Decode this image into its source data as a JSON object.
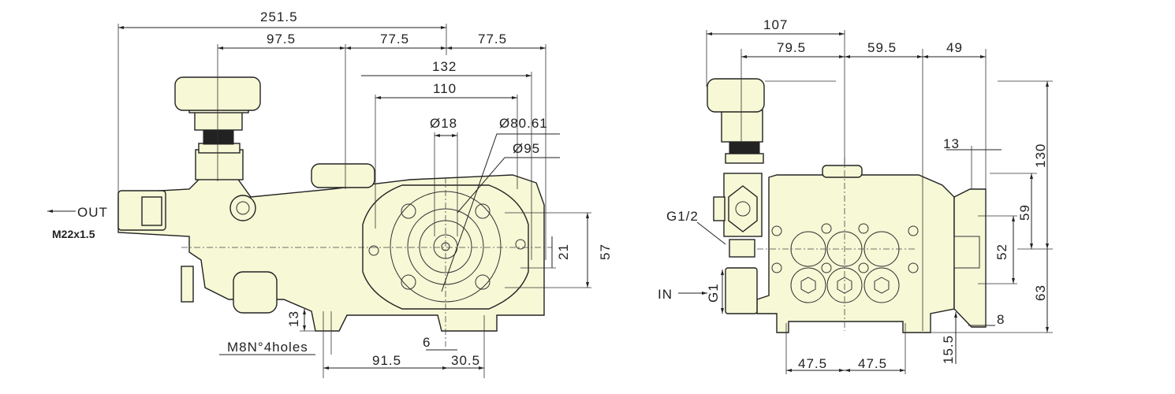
{
  "side_view": {
    "dims": {
      "overall": "251.5",
      "d1": "97.5",
      "d2": "77.5",
      "d3": "77.5",
      "d4": "132",
      "d5": "110",
      "dia_shaft": "Ø18",
      "dia_flange": "Ø80.61",
      "dia_outer": "Ø95",
      "h1": "57",
      "h2": "21",
      "h3": "13",
      "key": "6",
      "base1": "91.5",
      "base2": "30.5"
    },
    "out_label": "OUT",
    "out_thread": "M22x1.5",
    "holes_label": "M8N°4holes"
  },
  "end_view": {
    "dims": {
      "w1": "107",
      "w2": "79.5",
      "w3": "59.5",
      "w4": "49",
      "h_total": "130",
      "h_59": "59",
      "h_52": "52",
      "h_63": "63",
      "d13": "13",
      "d8": "8",
      "d15": "15.5",
      "foot1": "47.5",
      "foot2": "47.5"
    },
    "g_half": "G1/2",
    "in_label": "IN",
    "g1": "G1"
  },
  "colors": {
    "body_fill": "#f6f8d6",
    "line": "#222222"
  }
}
